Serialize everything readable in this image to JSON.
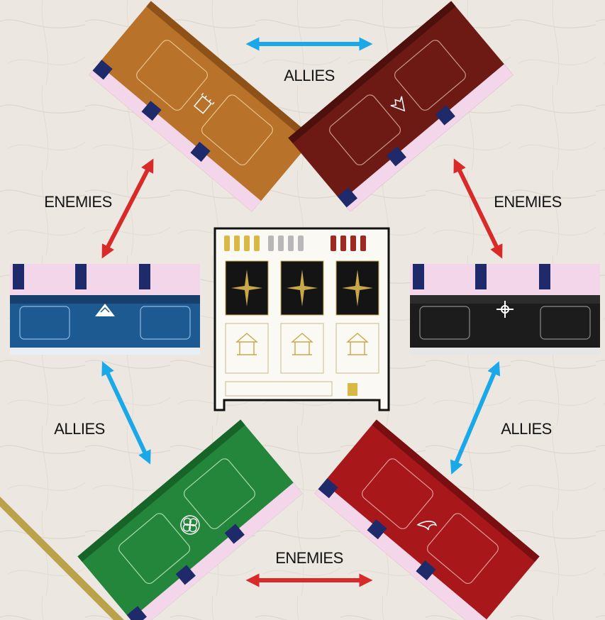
{
  "labels": {
    "allies_top": "ALLIES",
    "enemies_left": "ENEMIES",
    "enemies_right": "ENEMIES",
    "allies_left": "ALLIES",
    "allies_right": "ALLIES",
    "enemies_bottom": "ENEMIES"
  },
  "colors": {
    "background": "#ece8e1",
    "ally_arrow": "#1ba8e8",
    "enemy_arrow": "#d92a2a",
    "board_orange": "#b8722a",
    "board_maroon": "#6e1a14",
    "board_blue": "#1d5a92",
    "board_black": "#1c1c1c",
    "board_green": "#23863a",
    "board_red": "#a8181a",
    "panel_pink": "#f4d6ea",
    "banner_navy": "#1f2a6b",
    "gold": "#b9a24a"
  },
  "boards": [
    {
      "id": "orange",
      "icon": "fortress-icon"
    },
    {
      "id": "maroon",
      "icon": "wolf-head-icon"
    },
    {
      "id": "blue",
      "icon": "mountain-icon"
    },
    {
      "id": "black",
      "icon": "compass-cross-icon"
    },
    {
      "id": "green",
      "icon": "flower-icon"
    },
    {
      "id": "red",
      "icon": "phoenix-icon"
    }
  ]
}
